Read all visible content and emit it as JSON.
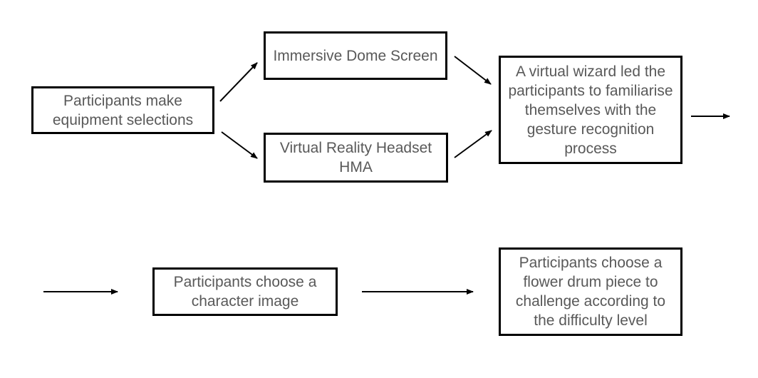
{
  "diagram": {
    "nodes": {
      "equipment_selection": "Participants make equipment selections",
      "dome_screen": "Immersive Dome Screen",
      "vr_headset": "Virtual Reality Headset HMA",
      "virtual_wizard": "A virtual wizard led the participants to familiarise themselves with the gesture recognition process",
      "character_image": "Participants choose a character image",
      "flower_drum": "Participants choose a flower drum piece to challenge according to the difficulty level"
    },
    "edges": [
      {
        "from": "equipment_selection",
        "to": "dome_screen"
      },
      {
        "from": "equipment_selection",
        "to": "vr_headset"
      },
      {
        "from": "dome_screen",
        "to": "virtual_wizard"
      },
      {
        "from": "vr_headset",
        "to": "virtual_wizard"
      },
      {
        "from": "virtual_wizard",
        "to": "character_image"
      },
      {
        "from": "character_image",
        "to": "flower_drum"
      }
    ],
    "colors": {
      "border": "#000000",
      "text": "#595959",
      "arrow": "#000000"
    }
  }
}
